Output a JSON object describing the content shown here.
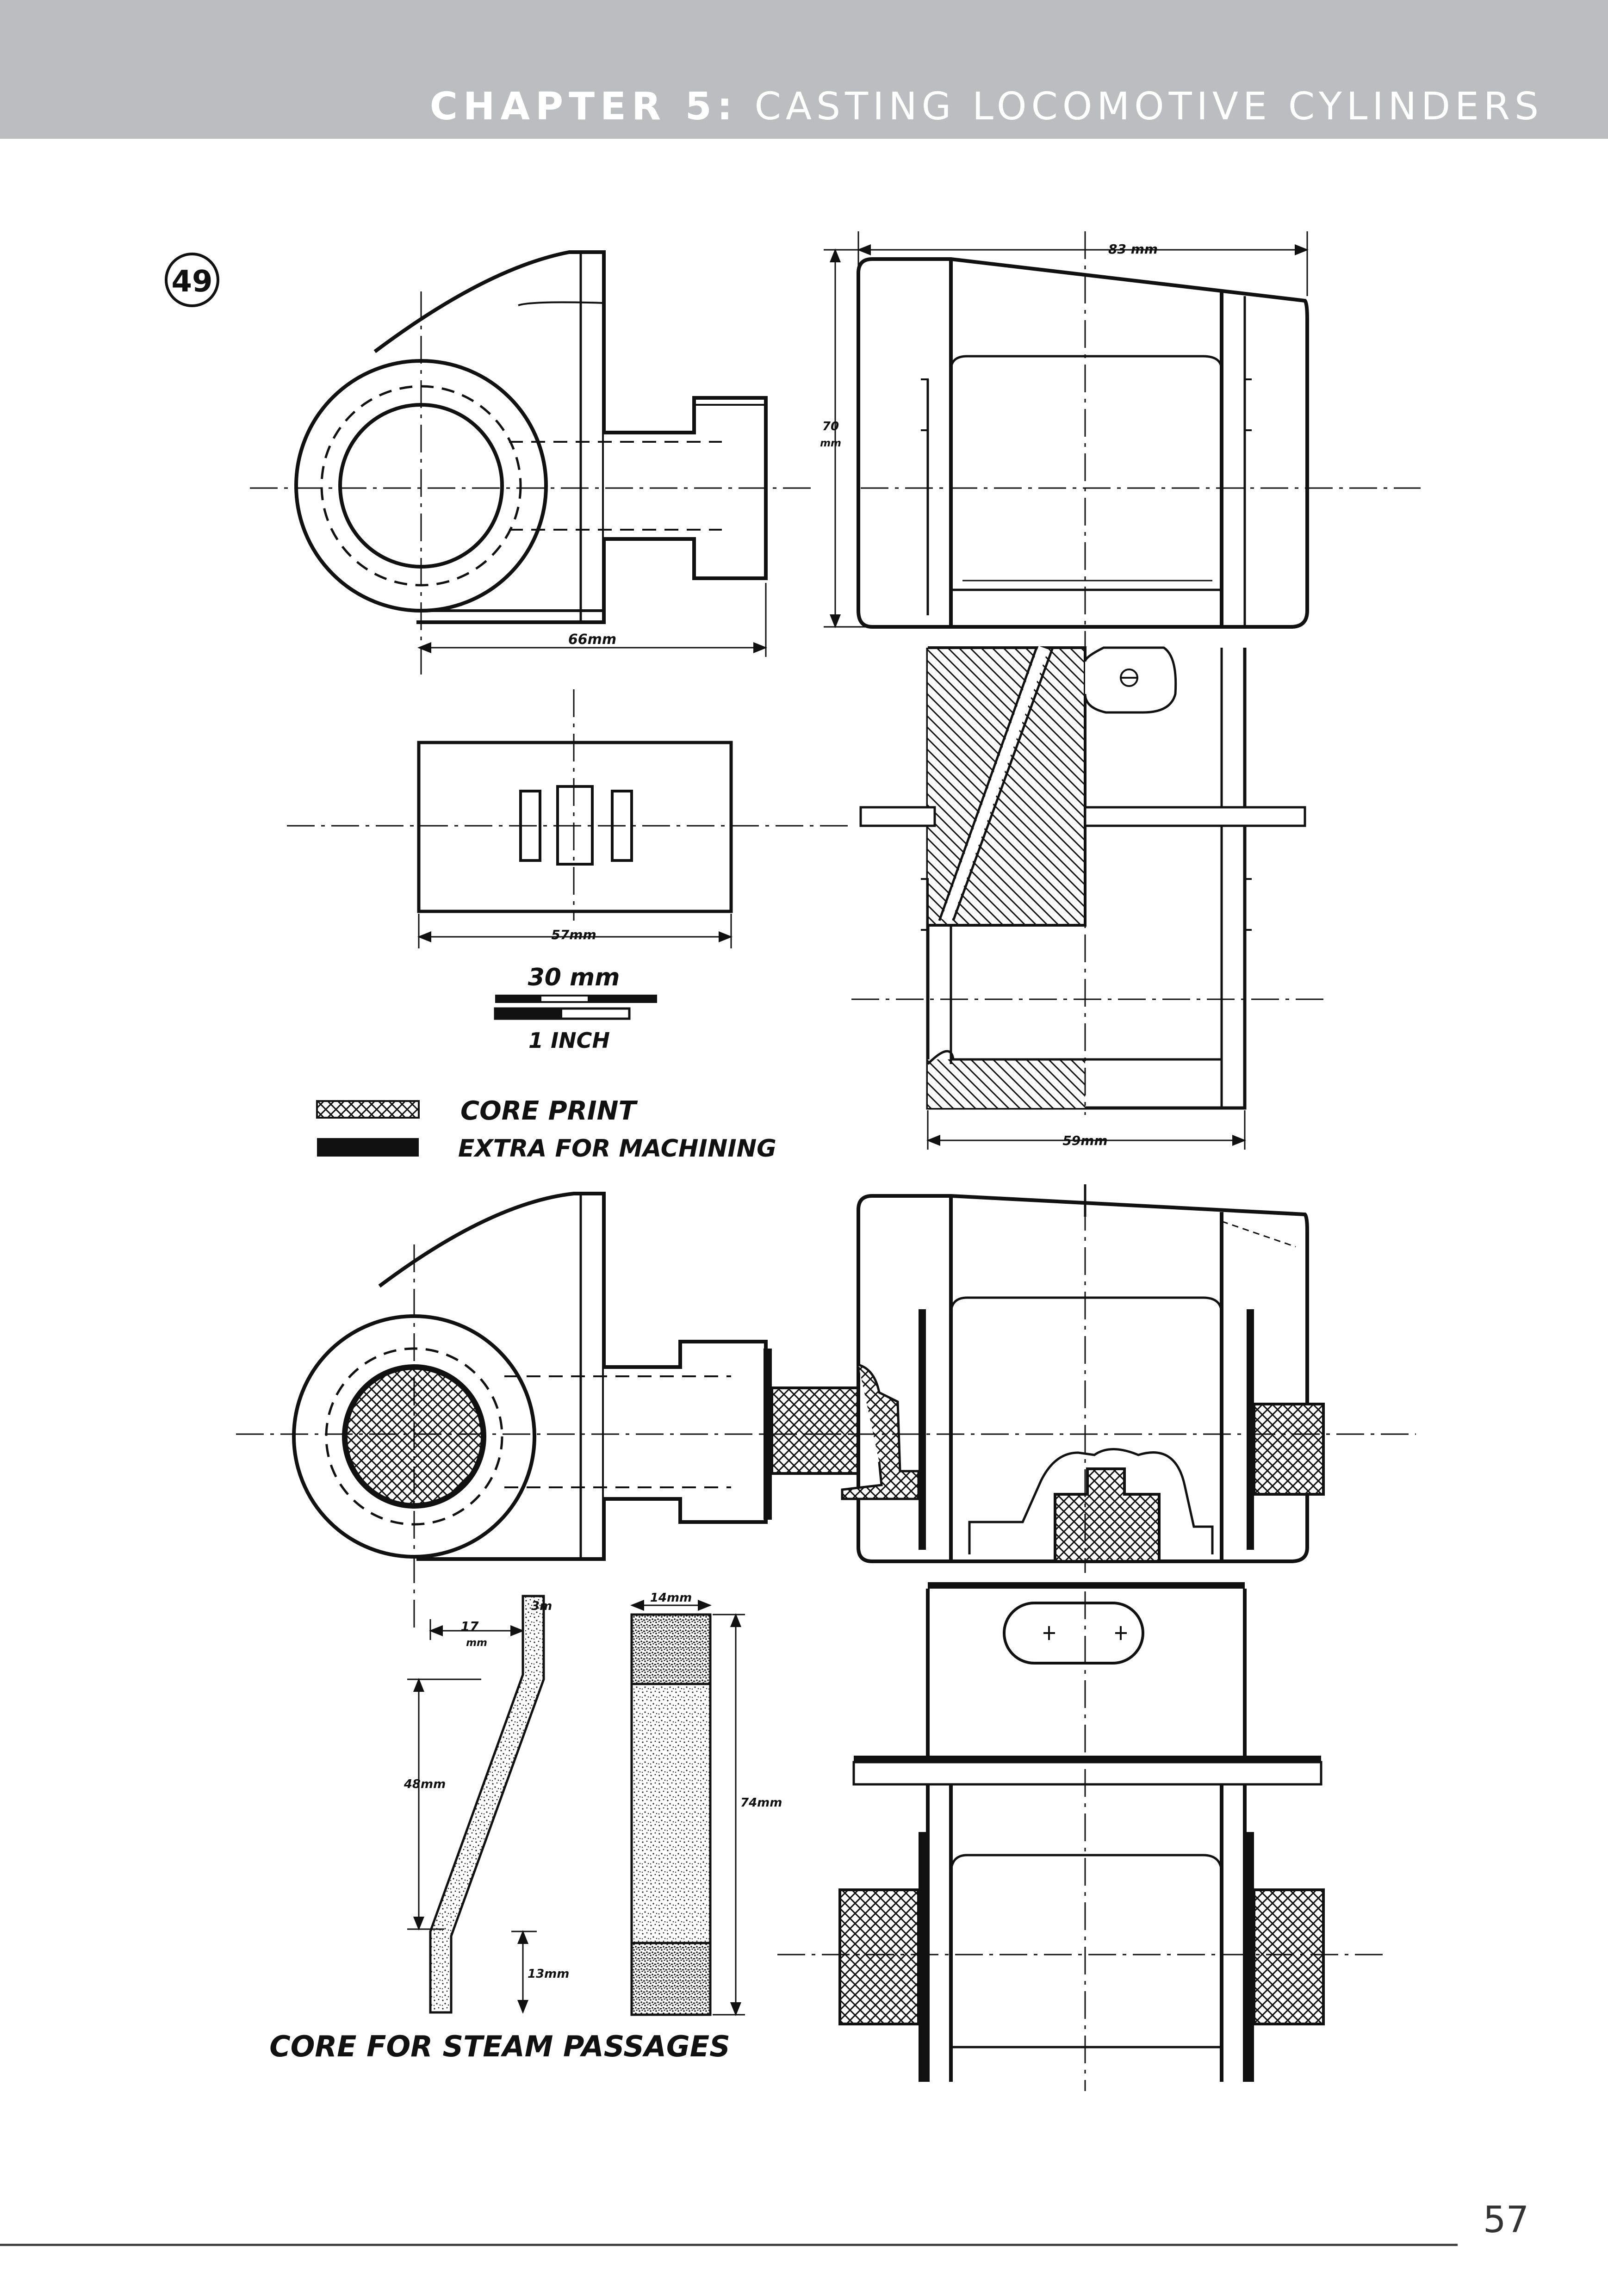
{
  "header": {
    "chapter_label": "CHAPTER 5:",
    "chapter_title": "CASTING LOCOMOTIVE CYLINDERS"
  },
  "figure": {
    "number": "49",
    "dimensions": {
      "d83": "83 mm",
      "d70a": "70",
      "d70b": "mm",
      "d66": "66mm",
      "d57": "57mm",
      "d59": "59mm",
      "d3": "3m",
      "d17a": "17",
      "d17b": "mm",
      "d14": "14mm",
      "d48": "48mm",
      "d74": "74mm",
      "d13": "13mm"
    },
    "scale": {
      "metric": "30 mm",
      "imperial": "1 INCH"
    },
    "legend": [
      {
        "label": "CORE PRINT"
      },
      {
        "label": "EXTRA FOR MACHINING"
      }
    ],
    "core_caption": "CORE FOR STEAM PASSAGES"
  },
  "footer": {
    "page_number": "57"
  },
  "colors": {
    "header_band": "#bcbdc0",
    "ink": "#111111"
  }
}
